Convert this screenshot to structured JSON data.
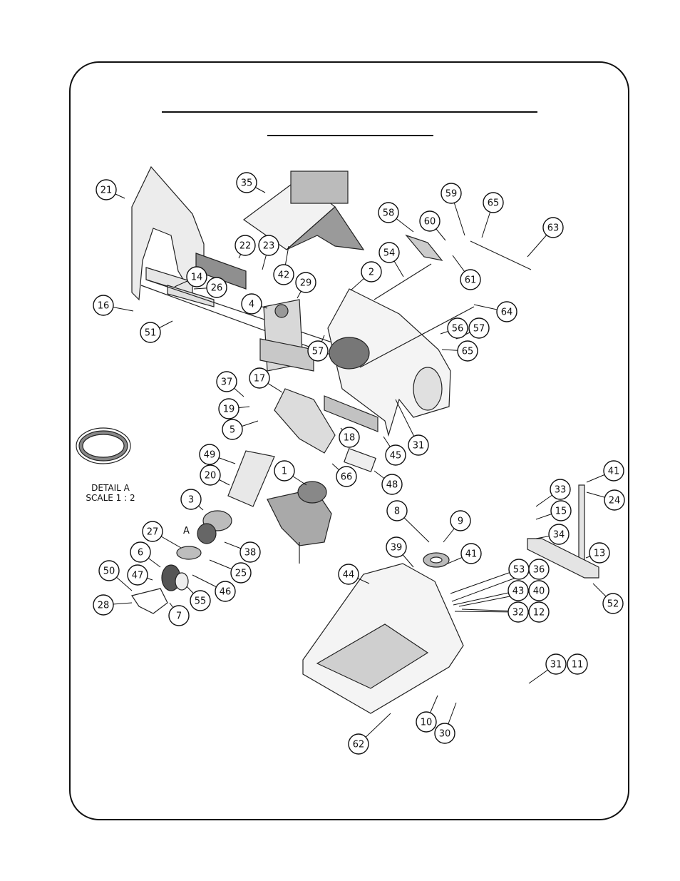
{
  "drawing": {
    "detail": {
      "line1": "DETAIL A",
      "line2": "SCALE 1 : 2",
      "ref": "A"
    },
    "balloons": [
      {
        "n": "21"
      },
      {
        "n": "35"
      },
      {
        "n": "22"
      },
      {
        "n": "23"
      },
      {
        "n": "14"
      },
      {
        "n": "26"
      },
      {
        "n": "16"
      },
      {
        "n": "51"
      },
      {
        "n": "29"
      },
      {
        "n": "4"
      },
      {
        "n": "42"
      },
      {
        "n": "2"
      },
      {
        "n": "54"
      },
      {
        "n": "58"
      },
      {
        "n": "60"
      },
      {
        "n": "59"
      },
      {
        "n": "65"
      },
      {
        "n": "63"
      },
      {
        "n": "61"
      },
      {
        "n": "64"
      },
      {
        "n": "56"
      },
      {
        "n": "57"
      },
      {
        "n": "65"
      },
      {
        "n": "57"
      },
      {
        "n": "37"
      },
      {
        "n": "17"
      },
      {
        "n": "19"
      },
      {
        "n": "5"
      },
      {
        "n": "18"
      },
      {
        "n": "45"
      },
      {
        "n": "31"
      },
      {
        "n": "49"
      },
      {
        "n": "20"
      },
      {
        "n": "1"
      },
      {
        "n": "66"
      },
      {
        "n": "48"
      },
      {
        "n": "3"
      },
      {
        "n": "27"
      },
      {
        "n": "38"
      },
      {
        "n": "6"
      },
      {
        "n": "25"
      },
      {
        "n": "50"
      },
      {
        "n": "47"
      },
      {
        "n": "46"
      },
      {
        "n": "55"
      },
      {
        "n": "28"
      },
      {
        "n": "7"
      },
      {
        "n": "8"
      },
      {
        "n": "9"
      },
      {
        "n": "39"
      },
      {
        "n": "41"
      },
      {
        "n": "44"
      },
      {
        "n": "33"
      },
      {
        "n": "15"
      },
      {
        "n": "34"
      },
      {
        "n": "41"
      },
      {
        "n": "24"
      },
      {
        "n": "13"
      },
      {
        "n": "53"
      },
      {
        "n": "36"
      },
      {
        "n": "43"
      },
      {
        "n": "40"
      },
      {
        "n": "32"
      },
      {
        "n": "12"
      },
      {
        "n": "52"
      },
      {
        "n": "31"
      },
      {
        "n": "11"
      },
      {
        "n": "10"
      },
      {
        "n": "30"
      },
      {
        "n": "62"
      }
    ]
  }
}
